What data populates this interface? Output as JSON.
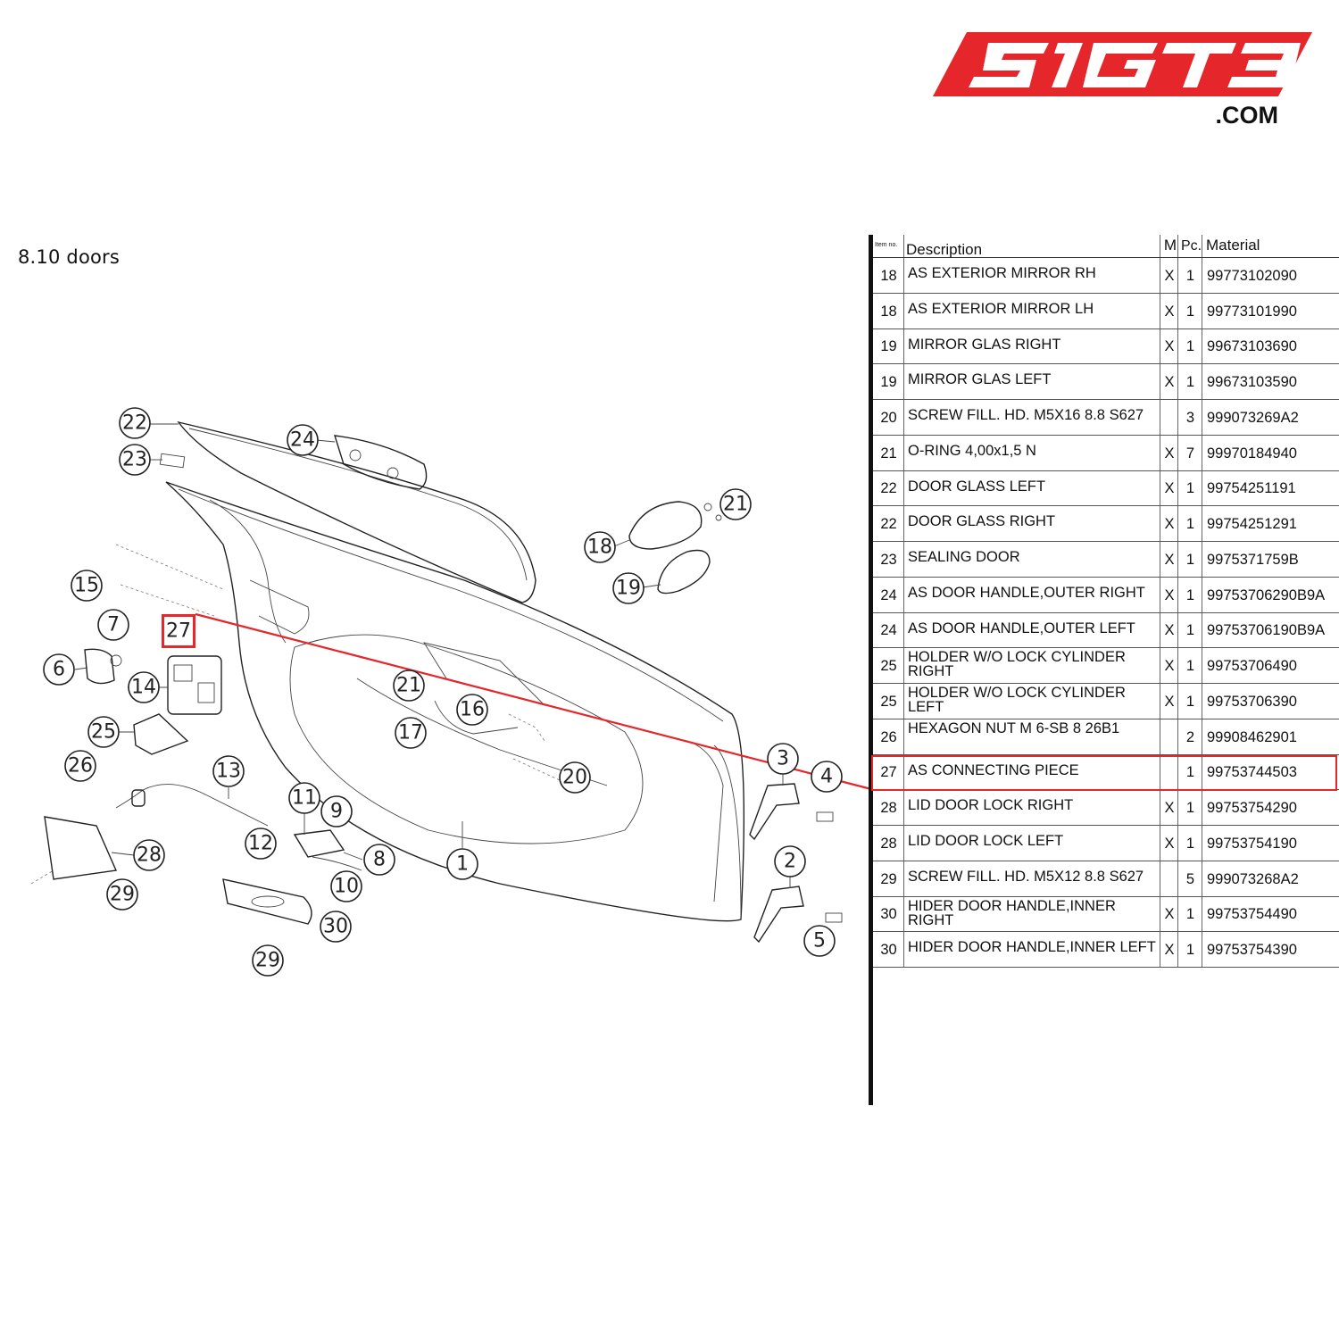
{
  "logo": {
    "text": "51GT3",
    "suffix": ".COM",
    "color": "#e5262b"
  },
  "section_title": "8.10  doors",
  "table": {
    "headers": {
      "item": "Item no.",
      "description": "Description",
      "m": "M",
      "pc": "Pc.",
      "material": "Material"
    },
    "rows": [
      {
        "item": "18",
        "description": "AS EXTERIOR MIRROR RH",
        "m": "X",
        "pc": "1",
        "material": "99773102090"
      },
      {
        "item": "18",
        "description": "AS EXTERIOR MIRROR LH",
        "m": "X",
        "pc": "1",
        "material": "99773101990"
      },
      {
        "item": "19",
        "description": "MIRROR GLAS RIGHT",
        "m": "X",
        "pc": "1",
        "material": "99673103690"
      },
      {
        "item": "19",
        "description": "MIRROR GLAS LEFT",
        "m": "X",
        "pc": "1",
        "material": "99673103590"
      },
      {
        "item": "20",
        "description": "SCREW FILL. HD. M5X16 8.8 S627",
        "m": "",
        "pc": "3",
        "material": "999073269A2"
      },
      {
        "item": "21",
        "description": "O-RING 4,00x1,5 N",
        "m": "X",
        "pc": "7",
        "material": "99970184940"
      },
      {
        "item": "22",
        "description": "DOOR GLASS LEFT",
        "m": "X",
        "pc": "1",
        "material": "99754251191"
      },
      {
        "item": "22",
        "description": "DOOR GLASS RIGHT",
        "m": "X",
        "pc": "1",
        "material": "99754251291"
      },
      {
        "item": "23",
        "description": "SEALING DOOR",
        "m": "X",
        "pc": "1",
        "material": "9975371759B"
      },
      {
        "item": "24",
        "description": "AS DOOR HANDLE,OUTER RIGHT",
        "m": "X",
        "pc": "1",
        "material": "99753706290B9A"
      },
      {
        "item": "24",
        "description": "AS DOOR HANDLE,OUTER LEFT",
        "m": "X",
        "pc": "1",
        "material": "99753706190B9A"
      },
      {
        "item": "25",
        "description": "HOLDER W/O LOCK CYLINDER RIGHT",
        "m": "X",
        "pc": "1",
        "material": "99753706490"
      },
      {
        "item": "25",
        "description": "HOLDER W/O LOCK CYLINDER LEFT",
        "m": "X",
        "pc": "1",
        "material": "99753706390"
      },
      {
        "item": "26",
        "description": "HEXAGON NUT M 6-SB 8 26B1",
        "m": "",
        "pc": "2",
        "material": "99908462901"
      },
      {
        "item": "27",
        "description": "AS CONNECTING PIECE",
        "m": "",
        "pc": "1",
        "material": "99753744503"
      },
      {
        "item": "28",
        "description": "LID DOOR LOCK RIGHT",
        "m": "X",
        "pc": "1",
        "material": "99753754290"
      },
      {
        "item": "28",
        "description": "LID DOOR LOCK LEFT",
        "m": "X",
        "pc": "1",
        "material": "99753754190"
      },
      {
        "item": "29",
        "description": "SCREW FILL. HD. M5X12 8.8 S627",
        "m": "",
        "pc": "5",
        "material": "999073268A2"
      },
      {
        "item": "30",
        "description": "HIDER DOOR HANDLE,INNER RIGHT",
        "m": "X",
        "pc": "1",
        "material": "99753754490"
      },
      {
        "item": "30",
        "description": "HIDER DOOR HANDLE,INNER LEFT",
        "m": "X",
        "pc": "1",
        "material": "99753754390"
      }
    ],
    "highlighted_item": "27"
  },
  "callouts": [
    "22",
    "23",
    "24",
    "21",
    "18",
    "19",
    "15",
    "7",
    "27",
    "6",
    "14",
    "21",
    "16",
    "17",
    "20",
    "25",
    "26",
    "13",
    "11",
    "9",
    "12",
    "8",
    "10",
    "1",
    "3",
    "4",
    "2",
    "5",
    "28",
    "29",
    "30",
    "29"
  ],
  "highlight_color": "#e5262b"
}
